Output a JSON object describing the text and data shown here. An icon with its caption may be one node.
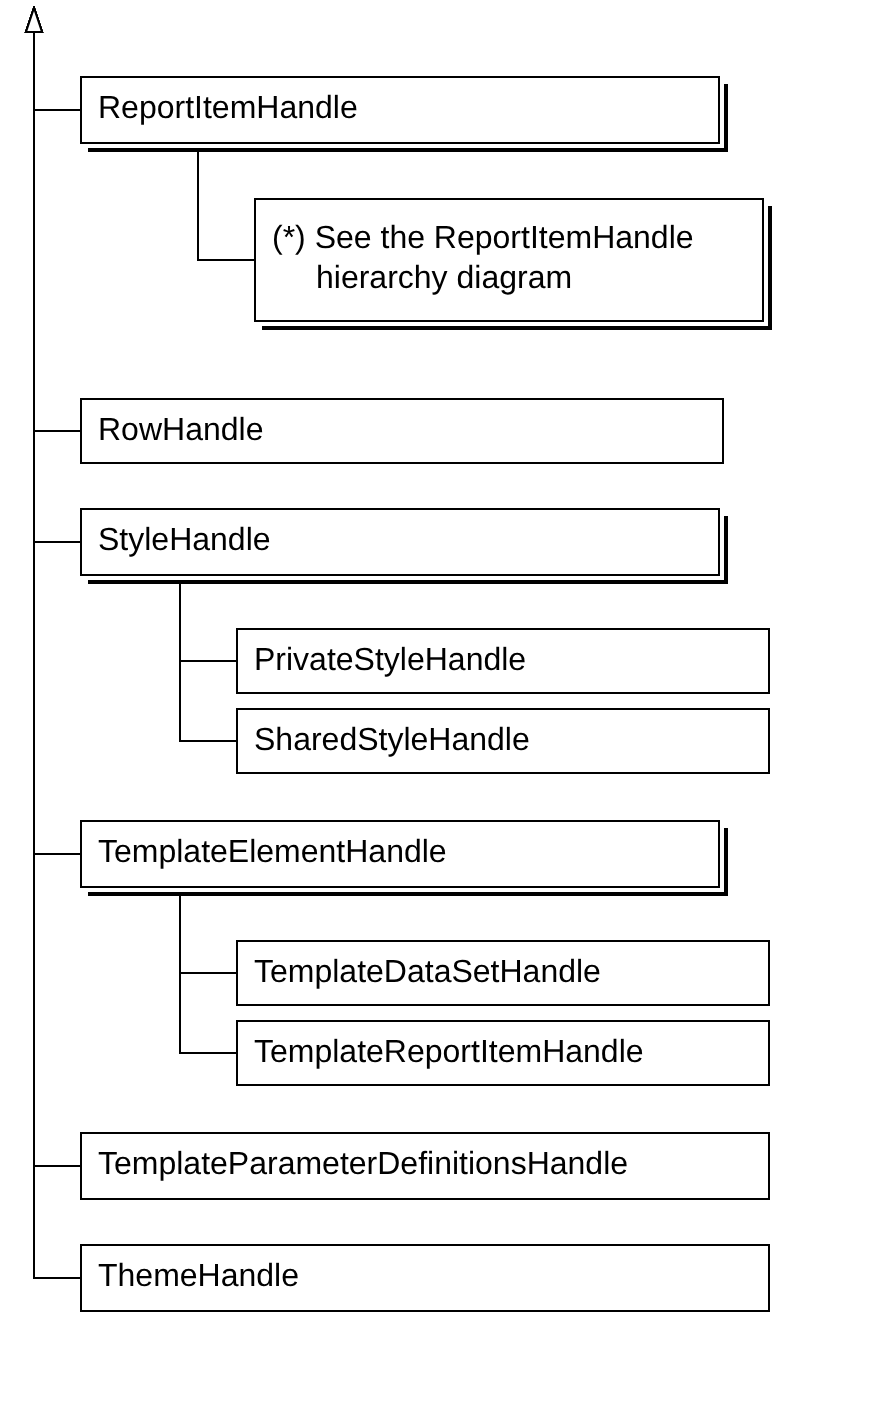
{
  "diagram": {
    "nodes": [
      {
        "text": [
          "ReportItemHandle"
        ]
      },
      {
        "text": [
          "(*) See the ReportItemHandle hierarchy diagram"
        ]
      },
      {
        "text": [
          "RowHandle"
        ]
      },
      {
        "text": [
          "StyleHandle"
        ]
      },
      {
        "text": [
          "PrivateStyleHandle"
        ]
      },
      {
        "text": [
          "SharedStyleHandle"
        ]
      },
      {
        "text": [
          "TemplateElementHandle"
        ]
      },
      {
        "text": [
          "TemplateDataSetHandle"
        ]
      },
      {
        "text": [
          "TemplateReportItemHandle"
        ]
      },
      {
        "text": [
          "TemplateParameterDefinitionsHandle"
        ]
      },
      {
        "text": [
          "ThemeHandle"
        ]
      }
    ],
    "edges": [
      {
        "from": 0,
        "to": null,
        "arrow": "to"
      },
      {
        "from": 0,
        "to": 1,
        "arrow": "none"
      },
      {
        "from": 2,
        "to": null,
        "arrow": "to"
      },
      {
        "from": 3,
        "to": null,
        "arrow": "to"
      },
      {
        "from": 3,
        "to": 4,
        "arrow": "none"
      },
      {
        "from": 3,
        "to": 5,
        "arrow": "none"
      },
      {
        "from": 6,
        "to": null,
        "arrow": "to"
      },
      {
        "from": 6,
        "to": 7,
        "arrow": "none"
      },
      {
        "from": 6,
        "to": 8,
        "arrow": "none"
      },
      {
        "from": 9,
        "to": null,
        "arrow": "to"
      },
      {
        "from": 10,
        "to": null,
        "arrow": "to"
      }
    ]
  }
}
